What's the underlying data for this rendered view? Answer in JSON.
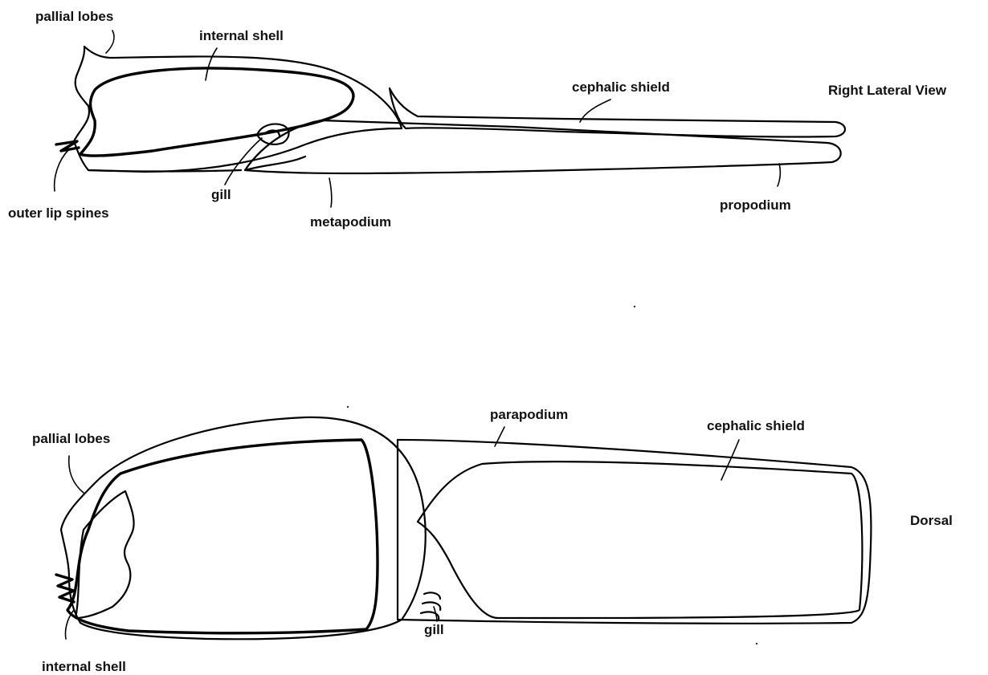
{
  "colors": {
    "ink": "#000000",
    "light_stipple": "#d9d9d9",
    "mid_stipple": "#bdbdbd",
    "dark_stipple": "#a8a8a8",
    "background": "#ffffff"
  },
  "lateral": {
    "view_title": "Right Lateral View",
    "labels": {
      "pallial_lobes": "pallial lobes",
      "internal_shell": "internal shell",
      "cephalic_shield": "cephalic shield",
      "gill": "gill",
      "outer_lip_spines": "outer lip spines",
      "metapodium": "metapodium",
      "propodium": "propodium"
    }
  },
  "dorsal": {
    "view_title": "Dorsal",
    "labels": {
      "pallial_lobes": "pallial lobes",
      "parapodium": "parapodium",
      "cephalic_shield": "cephalic shield",
      "gill": "gill",
      "internal_shell": "internal shell"
    }
  }
}
